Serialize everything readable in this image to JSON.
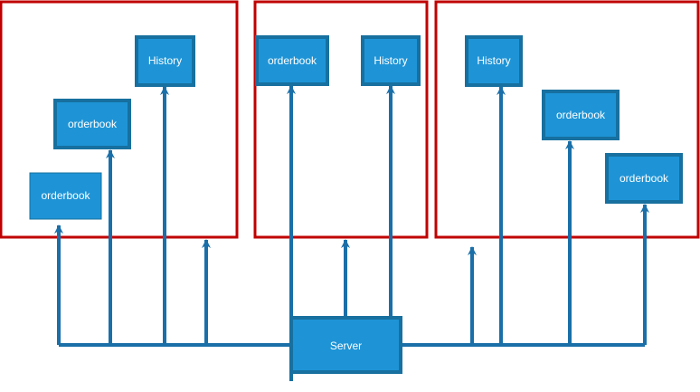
{
  "colors": {
    "group_border": "#c00000",
    "connector": "#1a6fa8",
    "node_fill": "#1e94d6",
    "node_border": "#17709f",
    "node_text": "#ffffff",
    "background": "#ffffff"
  },
  "groups": [
    {
      "id": "group-1",
      "nodes": [
        {
          "id": "g1-history",
          "label": "History"
        },
        {
          "id": "g1-orderbook-a",
          "label": "orderbook"
        },
        {
          "id": "g1-orderbook-b",
          "label": "orderbook"
        }
      ]
    },
    {
      "id": "group-2",
      "nodes": [
        {
          "id": "g2-orderbook",
          "label": "orderbook"
        },
        {
          "id": "g2-history",
          "label": "History"
        }
      ]
    },
    {
      "id": "group-3",
      "nodes": [
        {
          "id": "g3-history",
          "label": "History"
        },
        {
          "id": "g3-orderbook-a",
          "label": "orderbook"
        },
        {
          "id": "g3-orderbook-b",
          "label": "orderbook"
        }
      ]
    }
  ],
  "server": {
    "label": "Server"
  }
}
